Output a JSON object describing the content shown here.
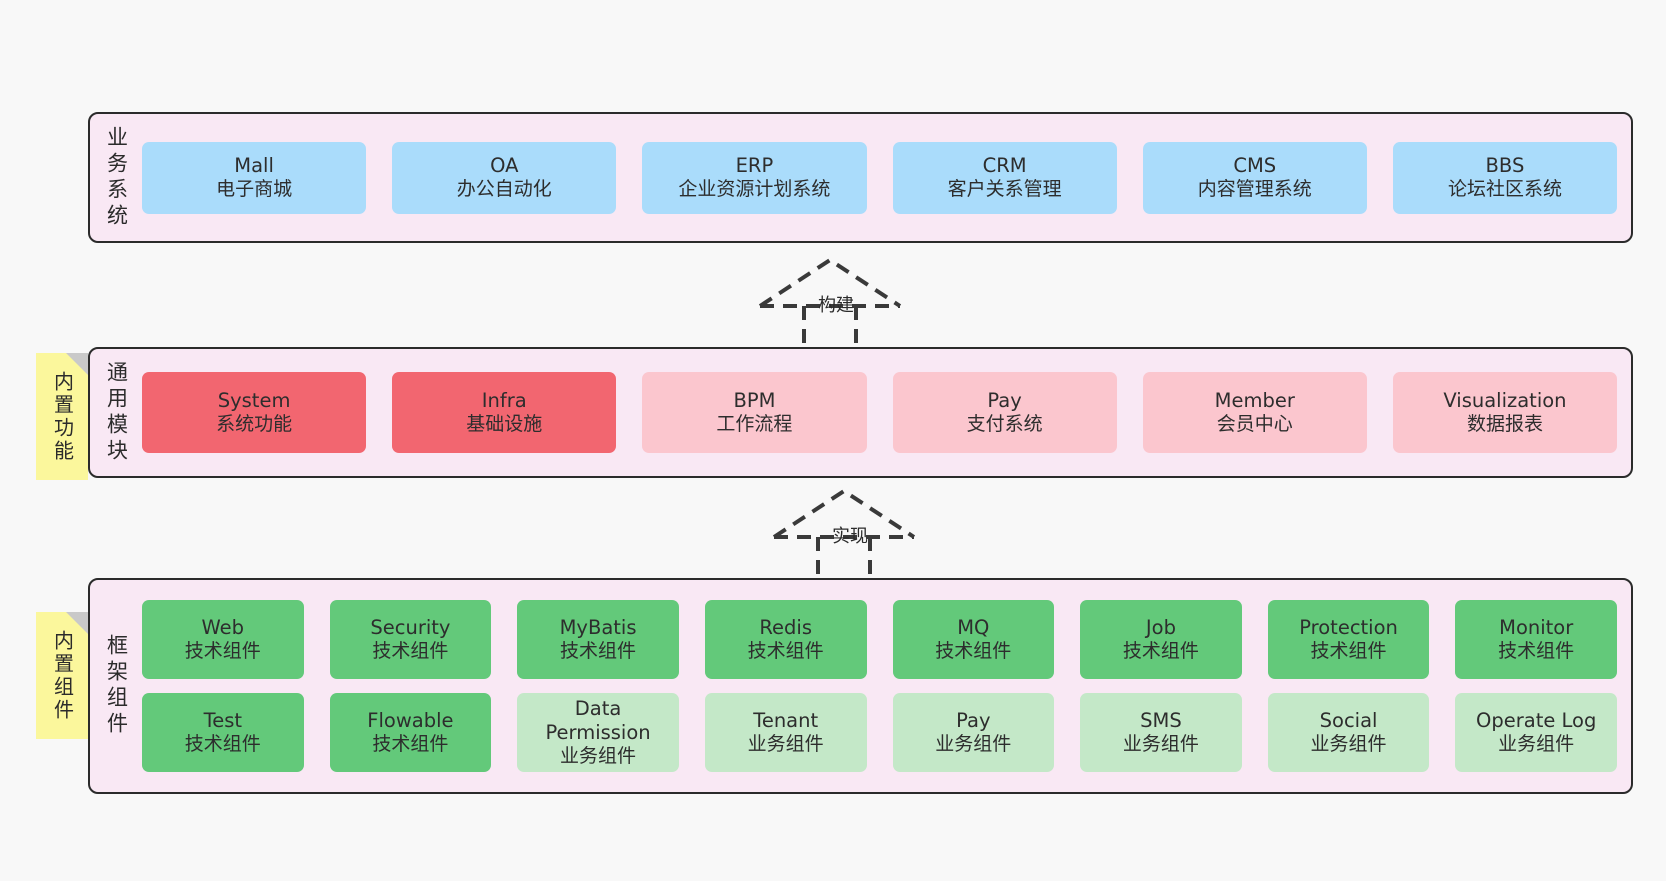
{
  "layers": [
    {
      "id": "business",
      "title": "业务系统",
      "rows": [
        {
          "boxes": [
            {
              "en": "Mall",
              "cn": "电子商城",
              "color": "blue"
            },
            {
              "en": "OA",
              "cn": "办公自动化",
              "color": "blue"
            },
            {
              "en": "ERP",
              "cn": "企业资源计划系统",
              "color": "blue"
            },
            {
              "en": "CRM",
              "cn": "客户关系管理",
              "color": "blue"
            },
            {
              "en": "CMS",
              "cn": "内容管理系统",
              "color": "blue"
            },
            {
              "en": "BBS",
              "cn": "论坛社区系统",
              "color": "blue"
            }
          ]
        }
      ]
    },
    {
      "id": "common",
      "title": "通用模块",
      "rows": [
        {
          "boxes": [
            {
              "en": "System",
              "cn": "系统功能",
              "color": "red"
            },
            {
              "en": "Infra",
              "cn": "基础设施",
              "color": "red"
            },
            {
              "en": "BPM",
              "cn": "工作流程",
              "color": "pink"
            },
            {
              "en": "Pay",
              "cn": "支付系统",
              "color": "pink"
            },
            {
              "en": "Member",
              "cn": "会员中心",
              "color": "pink"
            },
            {
              "en": "Visualization",
              "cn": "数据报表",
              "color": "pink"
            }
          ]
        }
      ]
    },
    {
      "id": "framework",
      "title": "框架组件",
      "rows": [
        {
          "boxes": [
            {
              "en": "Web",
              "cn": "技术组件",
              "color": "green"
            },
            {
              "en": "Security",
              "cn": "技术组件",
              "color": "green"
            },
            {
              "en": "MyBatis",
              "cn": "技术组件",
              "color": "green"
            },
            {
              "en": "Redis",
              "cn": "技术组件",
              "color": "green"
            },
            {
              "en": "MQ",
              "cn": "技术组件",
              "color": "green"
            },
            {
              "en": "Job",
              "cn": "技术组件",
              "color": "green"
            },
            {
              "en": "Protection",
              "cn": "技术组件",
              "color": "green"
            },
            {
              "en": "Monitor",
              "cn": "技术组件",
              "color": "green"
            }
          ]
        },
        {
          "boxes": [
            {
              "en": "Test",
              "cn": "技术组件",
              "color": "green"
            },
            {
              "en": "Flowable",
              "cn": "技术组件",
              "color": "green"
            },
            {
              "en": "Data Permission",
              "cn": "业务组件",
              "color": "lightgreen",
              "wrap": true
            },
            {
              "en": "Tenant",
              "cn": "业务组件",
              "color": "lightgreen"
            },
            {
              "en": "Pay",
              "cn": "业务组件",
              "color": "lightgreen"
            },
            {
              "en": "SMS",
              "cn": "业务组件",
              "color": "lightgreen"
            },
            {
              "en": "Social",
              "cn": "业务组件",
              "color": "lightgreen"
            },
            {
              "en": "Operate Log",
              "cn": "业务组件",
              "color": "lightgreen"
            }
          ]
        }
      ]
    }
  ],
  "notes": [
    {
      "id": "builtin-function",
      "text": "内置功能"
    },
    {
      "id": "builtin-component",
      "text": "内置组件"
    }
  ],
  "arrows": [
    {
      "id": "build",
      "label": "构建"
    },
    {
      "id": "implement",
      "label": "实现"
    }
  ],
  "colors": {
    "background": "#f8f8f8",
    "panel": "#f9e8f4",
    "panel_border": "#2b2b2b",
    "blue": "#aadcfb",
    "red": "#f26670",
    "pink": "#fbc6ce",
    "green": "#63c97a",
    "light_green": "#c4e8c8",
    "note_yellow": "#fbf79c",
    "note_fold": "#c9c9c9",
    "arrow": "#3a3a3a"
  }
}
